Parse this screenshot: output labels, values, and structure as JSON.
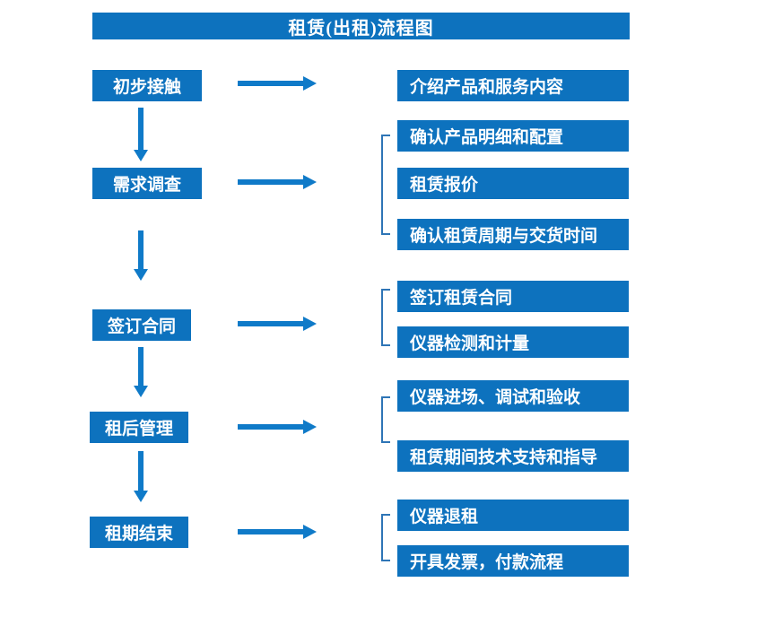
{
  "title": "租赁(出租)流程图",
  "colors": {
    "box": "#0D72BE",
    "arrow": "#0F7AC8",
    "bracket": "#2E75B6",
    "text": "#FFFFFF",
    "background": "#FFFFFF"
  },
  "flow": [
    {
      "step": "初步接触",
      "outputs": [
        "介绍产品和服务内容"
      ]
    },
    {
      "step": "需求调查",
      "outputs": [
        "确认产品明细和配置",
        "租赁报价",
        "确认租赁周期与交货时间"
      ]
    },
    {
      "step": "签订合同",
      "outputs": [
        "签订租赁合同",
        "仪器检测和计量"
      ]
    },
    {
      "step": "租后管理",
      "outputs": [
        "仪器进场、调试和验收",
        "租赁期间技术支持和指导"
      ]
    },
    {
      "step": "租期结束",
      "outputs": [
        "仪器退租",
        "开具发票，付款流程"
      ]
    }
  ]
}
